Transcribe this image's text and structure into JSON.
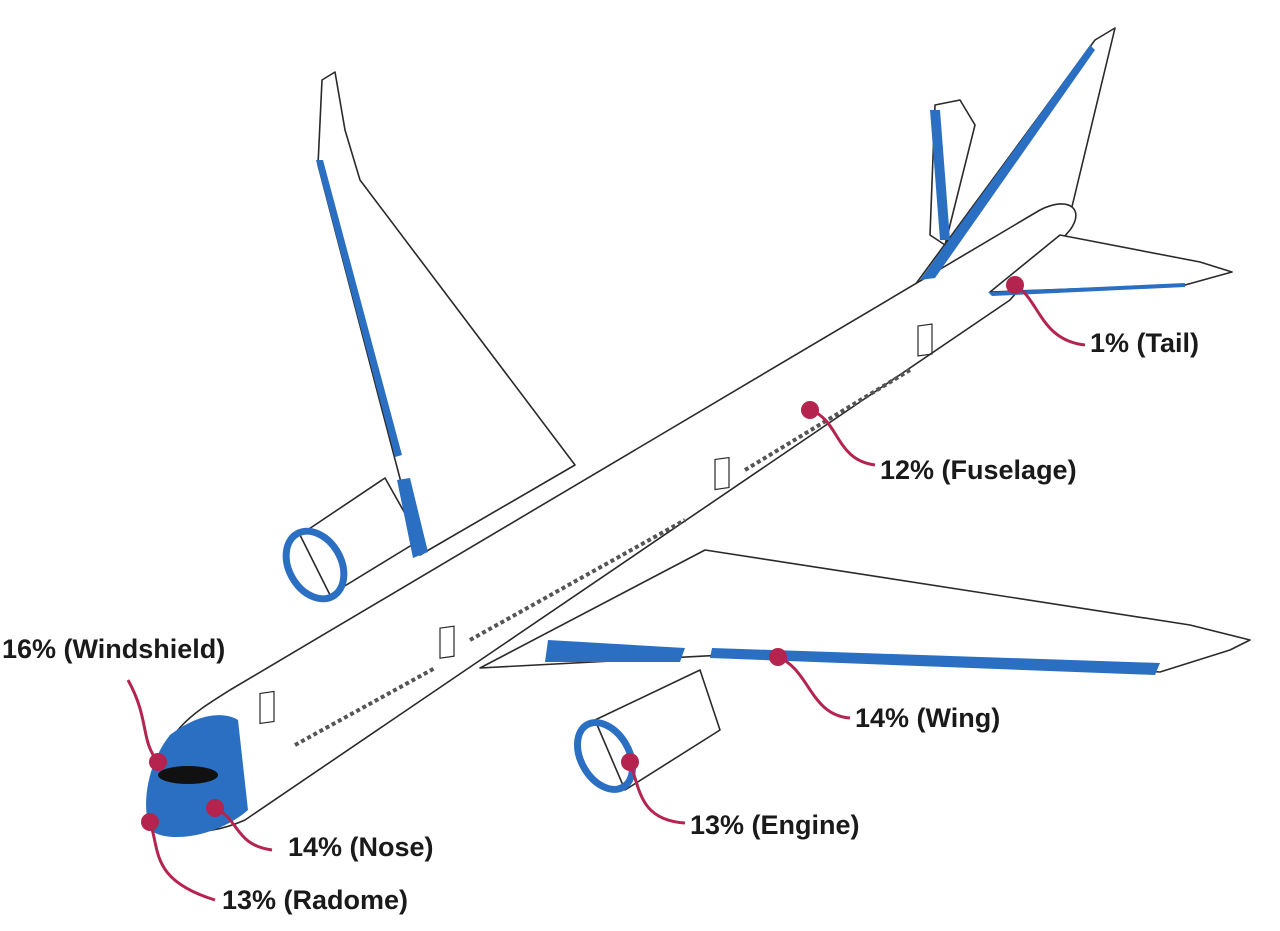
{
  "colors": {
    "accent_blue": "#2b6fc2",
    "marker": "#b5234f",
    "outline": "#2a2a2a"
  },
  "labels": {
    "tail": "1% (Tail)",
    "fuselage": "12% (Fuselage)",
    "windshield": "16% (Windshield)",
    "wing": "14% (Wing)",
    "engine": "13% (Engine)",
    "nose": "14% (Nose)",
    "radome": "13% (Radome)"
  }
}
